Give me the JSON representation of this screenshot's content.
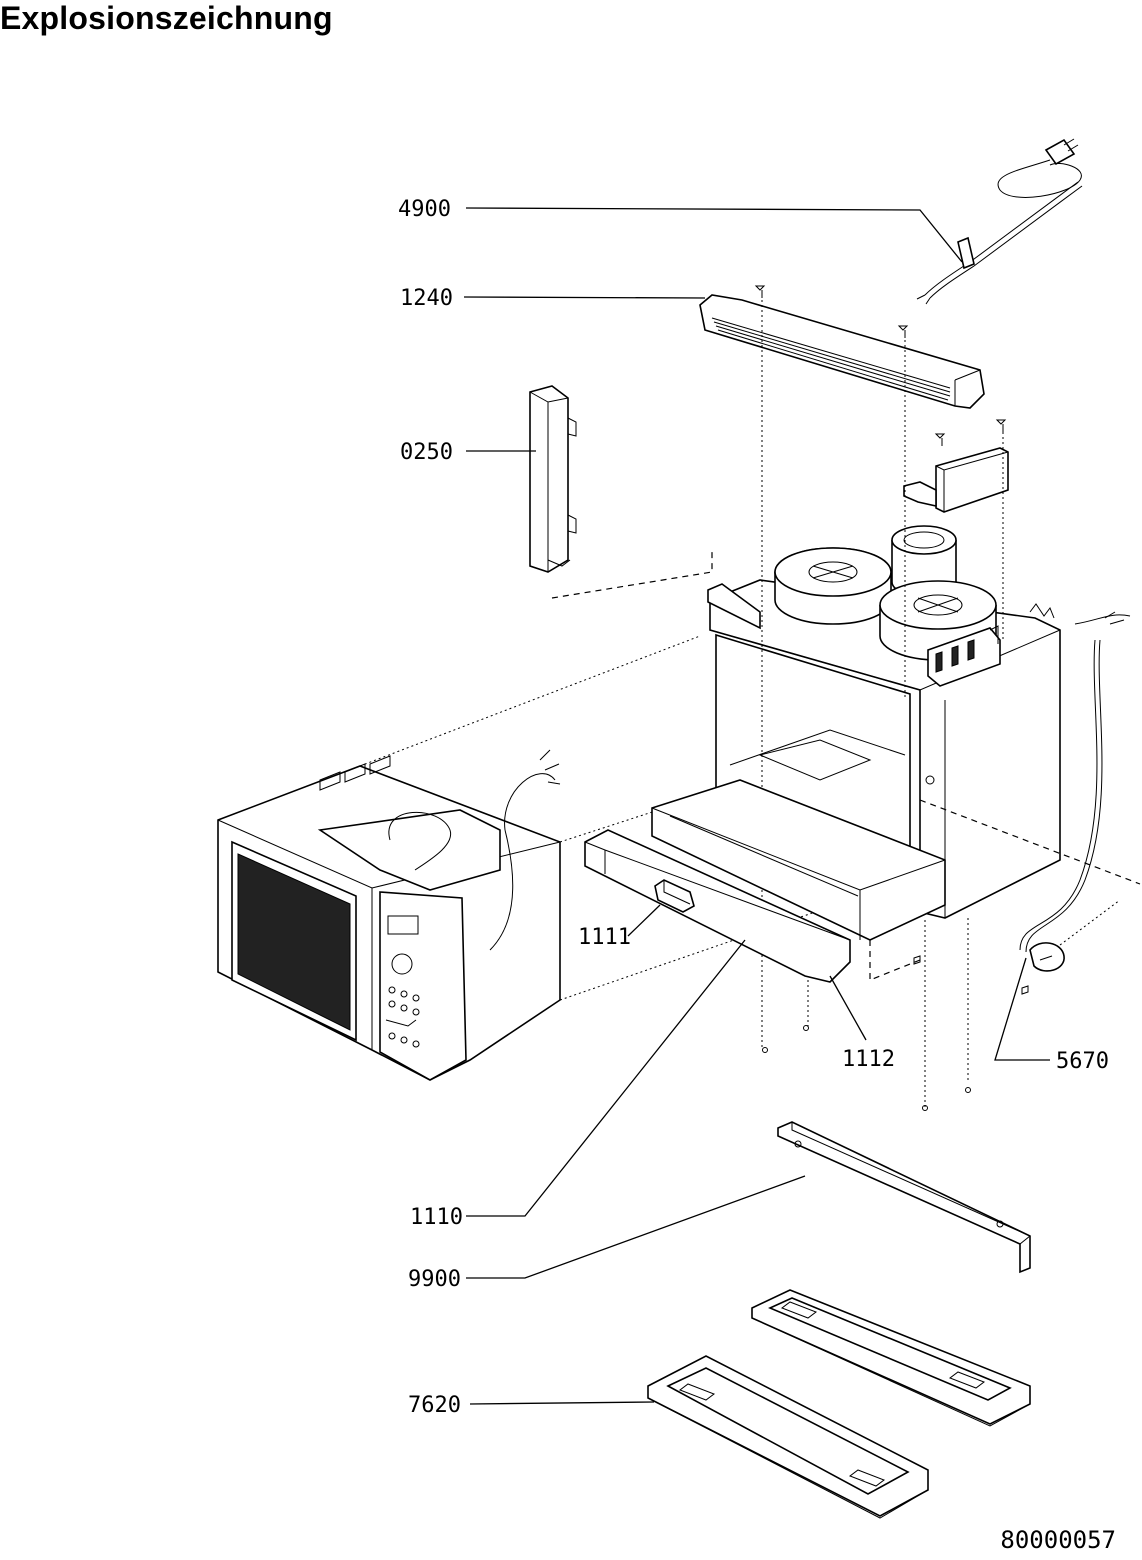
{
  "page": {
    "title": "Explosionszeichnung",
    "drawing_number": "80000057"
  },
  "labels": {
    "p4900": "4900",
    "p1240": "1240",
    "p0250": "0250",
    "p1111": "1111",
    "p1112": "1112",
    "p5670": "5670",
    "p1110": "1110",
    "p9900": "9900",
    "p7620": "7620"
  }
}
